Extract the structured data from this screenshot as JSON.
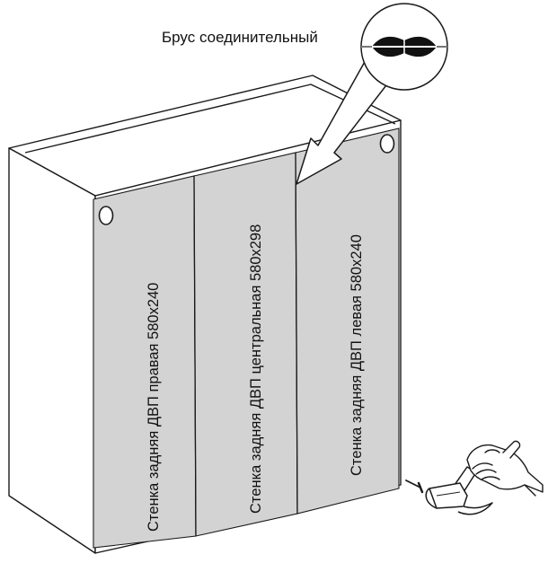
{
  "callout": {
    "label": "Брус соединительный"
  },
  "panels": {
    "right": {
      "label": "Стенка задняя ДВП правая 580x240"
    },
    "center": {
      "label": "Стенка задняя ДВП центральная 580x298"
    },
    "left": {
      "label": "Стенка задняя ДВП левая 580x240"
    }
  },
  "colors": {
    "panel_fill": "#d3d3d3",
    "line": "#1a1a1a",
    "background": "#ffffff"
  },
  "icons": {
    "hammer": "hammer-icon",
    "hand": "hand-icon",
    "nail": "nail-icon",
    "arrow": "pointer-arrow-icon",
    "magnifier": "detail-circle-icon"
  }
}
